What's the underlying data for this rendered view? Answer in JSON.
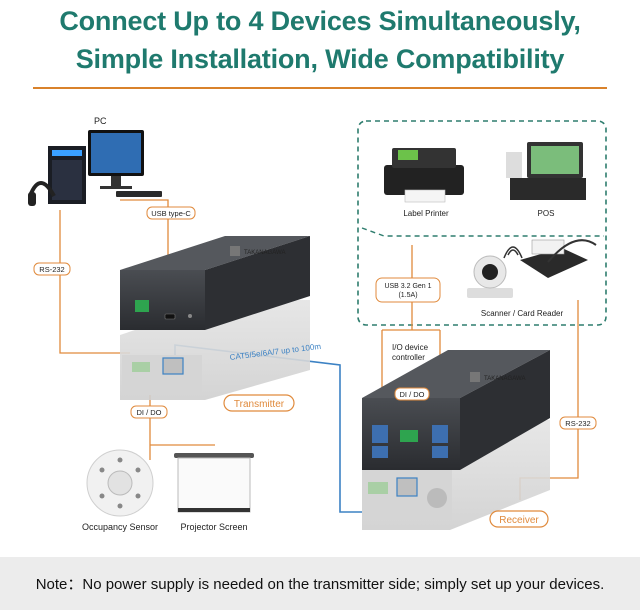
{
  "title_line1": "Connect Up to 4 Devices Simultaneously,",
  "title_line2": "Simple Installation, Wide Compatibility",
  "labels": {
    "pc": "PC",
    "usb_type_c": "USB type-C",
    "rs232_left": "RS-232",
    "dido_left": "DI / DO",
    "occupancy_sensor": "Occupancy Sensor",
    "projector_screen": "Projector Screen",
    "transmitter": "Transmitter",
    "cable": "CAT5/5e/6A/7 up to 100m",
    "label_printer": "Label Printer",
    "pos": "POS",
    "scanner": "Scanner / Card Reader",
    "usb_gen_line1": "USB 3.2 Gen 1",
    "usb_gen_line2": "(1.5A)",
    "io_line1": "I/O device",
    "io_line2": "controller",
    "dido_right": "DI / DO",
    "rs232_right": "RS-232",
    "receiver": "Receiver"
  },
  "note": "Note：No power supply is needed on the transmitter side; simply set up your devices.",
  "colors": {
    "title": "#1f7a6e",
    "accent_orange": "#e08a3c",
    "cable_blue": "#3c82c4",
    "dashed_green": "#2e7d6e"
  },
  "icons": [
    "pc-icon",
    "monitor-icon",
    "headphones-icon",
    "keyboard-icon",
    "label-printer-icon",
    "pos-terminal-icon",
    "webcam-icon",
    "card-reader-icon",
    "occupancy-sensor-icon",
    "projector-screen-icon",
    "transmitter-device-icon",
    "receiver-device-icon"
  ]
}
